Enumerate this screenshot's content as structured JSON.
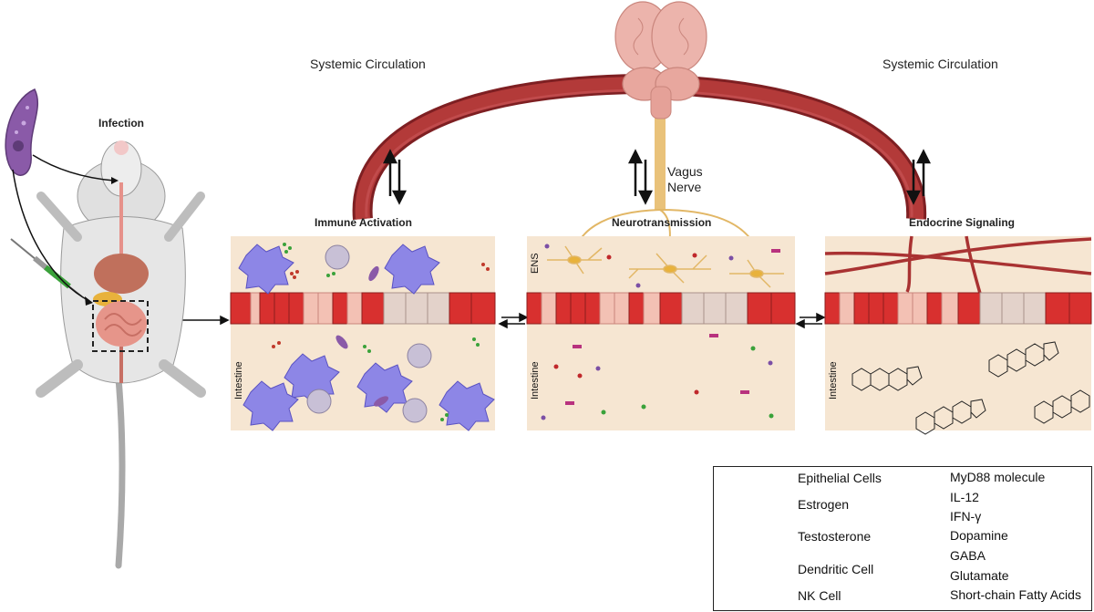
{
  "labels": {
    "systemic_left": "Systemic Circulation",
    "systemic_right": "Systemic Circulation",
    "infection": "Infection",
    "vagus": "Vagus",
    "nerve": "Nerve",
    "immune_activation": "Immune Activation",
    "neurotransmission": "Neurotransmission",
    "endocrine_signaling": "Endocrine Signaling",
    "intestine": "Intestine",
    "ens": "ENS"
  },
  "legend": {
    "left": [
      {
        "label": "Epithelial Cells",
        "icon": "epithelial-cells-icon"
      },
      {
        "label": "Estrogen",
        "icon": "estrogen-structure-icon"
      },
      {
        "label": "Testosterone",
        "icon": "testosterone-structure-icon"
      },
      {
        "label": "Dendritic Cell",
        "icon": "dendritic-cell-icon"
      },
      {
        "label": "NK Cell",
        "icon": "nk-cell-icon"
      }
    ],
    "right": [
      {
        "label": "MyD88 molecule",
        "color": "#e8892b"
      },
      {
        "label": "IL-12",
        "color": "#c0392b"
      },
      {
        "label": "IFN-γ",
        "color": "#3aa23a"
      },
      {
        "label": "Dopamine",
        "color": "#c0282b"
      },
      {
        "label": "GABA",
        "color": "#3aa23a"
      },
      {
        "label": "Glutamate",
        "color": "#7b4fa5"
      },
      {
        "label": "Short-chain Fatty Acids",
        "color": "#b8327e"
      }
    ]
  },
  "colors": {
    "blood_vessel": "#a93232",
    "vagus_nerve": "#e9c27a",
    "epithelium_red": "#d8302f",
    "epithelium_pink": "#f3c1b4",
    "epithelium_grey": "#e3d2ca",
    "tissue": "#f6e6d2",
    "dendritic": "#8d86e6",
    "nk": "#b8b0c8",
    "parasite": "#8a5aa8",
    "brain": "#ecb4ac",
    "mouse": "#dcdcdc"
  }
}
